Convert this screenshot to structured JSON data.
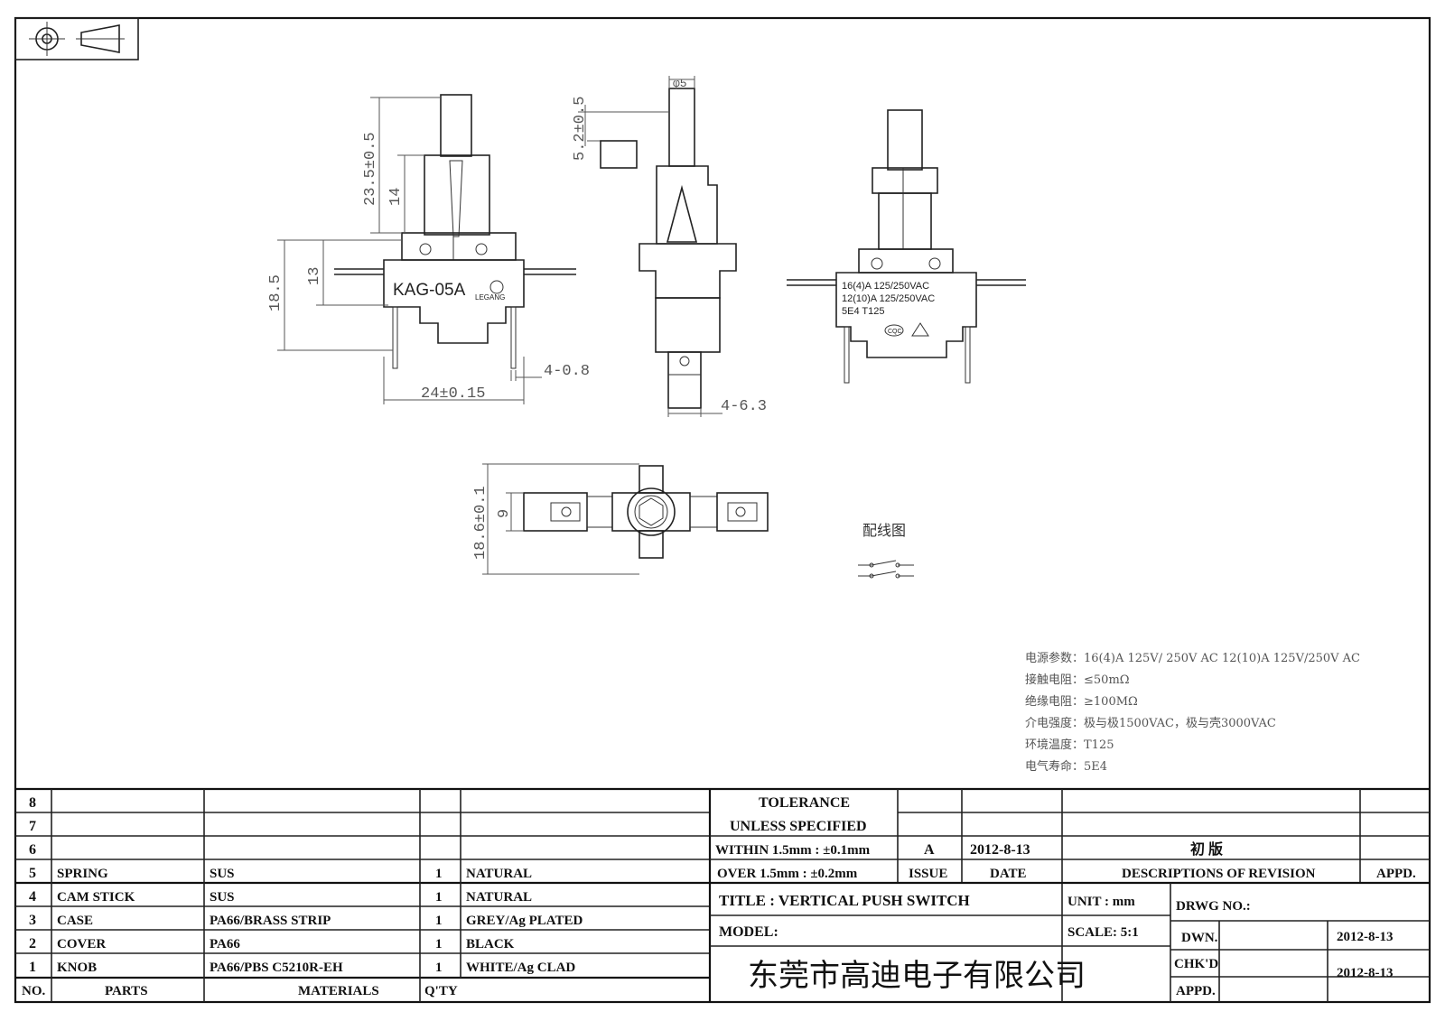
{
  "drawing": {
    "dims": {
      "d_23_5": "23.5±0.5",
      "d_14": "14",
      "d_18_5": "18.5",
      "d_13": "13",
      "d_4_08": "4-0.8",
      "d_24": "24±0.15",
      "d_5_2": "5.2±0.5",
      "d_phi5": "φ5",
      "d_4_63": "4-6.3",
      "d_18_6": "18.6±0.1",
      "d_9": "9"
    },
    "front_marking": {
      "model": "KAG-05A",
      "brand": "LEGANG"
    },
    "side_marking": {
      "line1": "16(4)A 125/250VAC",
      "line2": "12(10)A 125/250VAC",
      "line3": "5E4  T125",
      "cert": "CQC"
    },
    "wiring_caption": "配线图"
  },
  "specs": [
    {
      "label": "电源参数：",
      "value": "16(4)A 125V/ 250V AC  12(10)A 125V/250V AC"
    },
    {
      "label": "接触电阻：",
      "value": "≤50mΩ"
    },
    {
      "label": "绝缘电阻：",
      "value": "≥100MΩ"
    },
    {
      "label": "介电强度：",
      "value": "极与极1500VAC，极与壳3000VAC"
    },
    {
      "label": "环境温度：",
      "value": "T125"
    },
    {
      "label": "电气寿命：",
      "value": "5E4"
    }
  ],
  "bom": {
    "headers": {
      "no": "NO.",
      "parts": "PARTS",
      "materials": "MATERIALS",
      "qty": "Q'TY",
      "finish": ""
    },
    "rows": [
      {
        "no": "8",
        "part": "",
        "material": "",
        "qty": "",
        "finish": ""
      },
      {
        "no": "7",
        "part": "",
        "material": "",
        "qty": "",
        "finish": ""
      },
      {
        "no": "6",
        "part": "",
        "material": "",
        "qty": "",
        "finish": ""
      },
      {
        "no": "5",
        "part": "SPRING",
        "material": "SUS",
        "qty": "1",
        "finish": "NATURAL"
      },
      {
        "no": "4",
        "part": "CAM STICK",
        "material": "SUS",
        "qty": "1",
        "finish": "NATURAL"
      },
      {
        "no": "3",
        "part": "CASE",
        "material": "PA66/BRASS STRIP",
        "qty": "1",
        "finish": "GREY/Ag PLATED"
      },
      {
        "no": "2",
        "part": "COVER",
        "material": "PA66",
        "qty": "1",
        "finish": "BLACK"
      },
      {
        "no": "1",
        "part": "KNOB",
        "material": "PA66/PBS C5210R-EH",
        "qty": "1",
        "finish": "WHITE/Ag CLAD"
      }
    ]
  },
  "title_block": {
    "tolerance_1": "TOLERANCE",
    "tolerance_2": "UNLESS  SPECIFIED",
    "within": "WITHIN 1.5mm : ±0.1mm",
    "over": "OVER 1.5mm : ±0.2mm",
    "issue_value": "A",
    "date_value": "2012-8-13",
    "revision_value": "初  版",
    "issue_label": "ISSUE",
    "date_label": "DATE",
    "desc_label": "DESCRIPTIONS OF REVISION",
    "appd_label": "APPD.",
    "title": "TITLE :  VERTICAL PUSH SWITCH",
    "unit": "UNIT :  mm",
    "drwg_no": "DRWG NO.:",
    "model": "MODEL:",
    "scale": "SCALE:  5:1",
    "dwn_label": "DWN.",
    "dwn_date": "2012-8-13",
    "chkd_label": "CHK'D",
    "chkd_date": "2012-8-13",
    "appd2_label": "APPD.",
    "company": "东莞市高迪电子有限公司"
  }
}
